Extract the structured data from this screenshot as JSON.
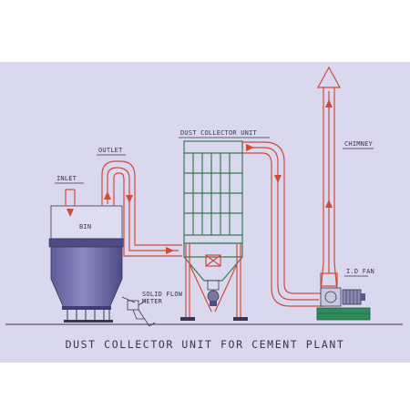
{
  "diagram": {
    "title": "DUST COLLECTOR UNIT FOR CEMENT PLANT",
    "labels": {
      "inlet": "INLET",
      "outlet": "OUTLET",
      "bin": "BIN",
      "dust_collector_unit": "DUST COLLECTOR UNIT",
      "chimney": "CHIMNEY",
      "id_fan": "I.D FAN",
      "solid_flow_meter_line1": "SOLID FLOW",
      "solid_flow_meter_line2": "METER"
    },
    "colors": {
      "background": "#d9d8ee",
      "pipe_red": "#d04a3a",
      "pipe_green": "#3a7a52",
      "bin_body": "#6c6aa4",
      "fan_base": "#2f8a5c",
      "text": "#3a3550"
    }
  }
}
